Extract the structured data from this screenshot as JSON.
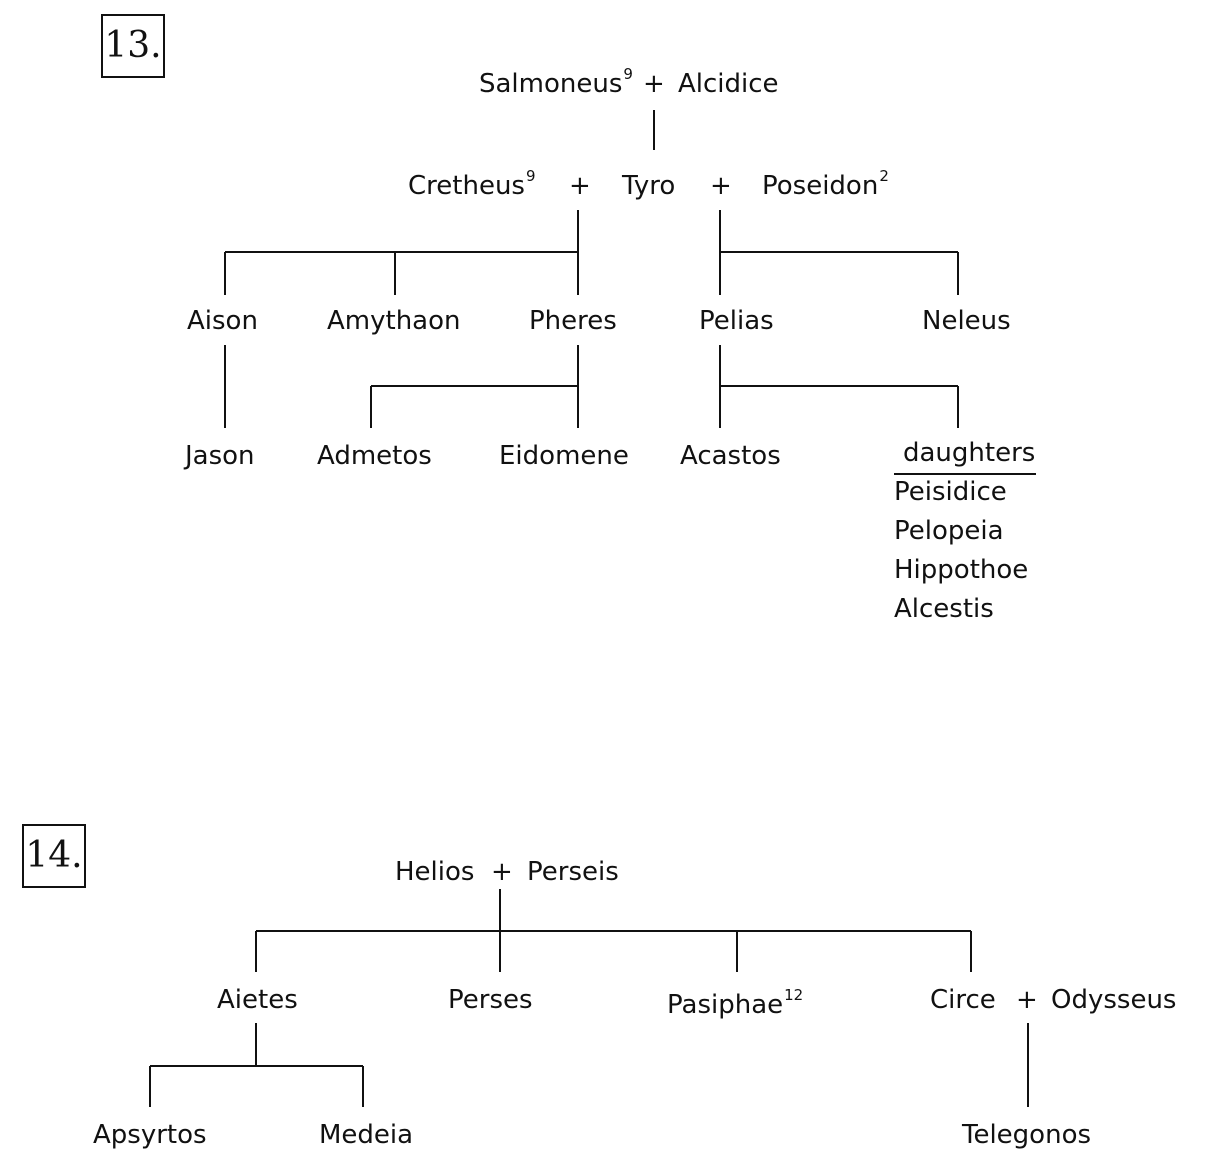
{
  "tree13": {
    "number": "13.",
    "row1": {
      "salmoneus": "Salmoneus",
      "salmoneus_ref": "9",
      "plus": "+",
      "alcidice": "Alcidice"
    },
    "row2": {
      "cretheus": "Cretheus",
      "cretheus_ref": "9",
      "plus1": "+",
      "tyro": "Tyro",
      "plus2": "+",
      "poseidon": "Poseidon",
      "poseidon_ref": "2"
    },
    "row3": {
      "aison": "Aison",
      "amythaon": "Amythaon",
      "pheres": "Pheres",
      "pelias": "Pelias",
      "neleus": "Neleus"
    },
    "row4": {
      "jason": "Jason",
      "admetos": "Admetos",
      "eidomene": "Eidomene",
      "acastos": "Acastos"
    },
    "daughters": {
      "heading": "daughters",
      "names": [
        "Peisidice",
        "Pelopeia",
        "Hippothoe",
        "Alcestis"
      ]
    }
  },
  "tree14": {
    "number": "14.",
    "row1": {
      "helios": "Helios",
      "plus": "+",
      "perseis": "Perseis"
    },
    "row2": {
      "aietes": "Aietes",
      "perses": "Perses",
      "pasiphae": "Pasiphae",
      "pasiphae_ref": "12",
      "circe": "Circe",
      "plus": "+",
      "odysseus": "Odysseus"
    },
    "row3": {
      "apsyrtos": "Apsyrtos",
      "medeia": "Medeia",
      "telegonos": "Telegonos"
    }
  }
}
